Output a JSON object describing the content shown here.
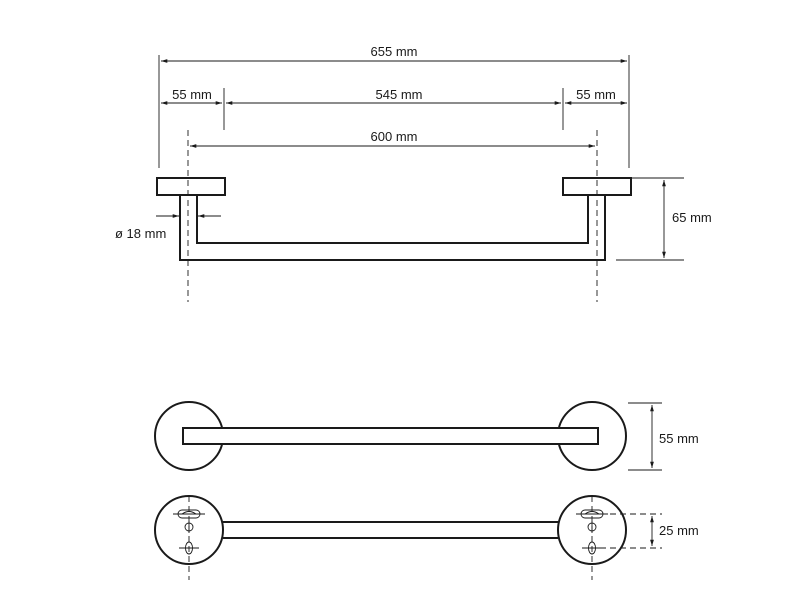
{
  "dimensions": {
    "overall_width": "655 mm",
    "left_flange": "55 mm",
    "inner_span": "545 mm",
    "right_flange": "55 mm",
    "center_distance": "600 mm",
    "tube_diameter": "ø 18 mm",
    "projection_depth": "65 mm",
    "rose_diameter": "55 mm",
    "mounting_offset": "25 mm"
  }
}
